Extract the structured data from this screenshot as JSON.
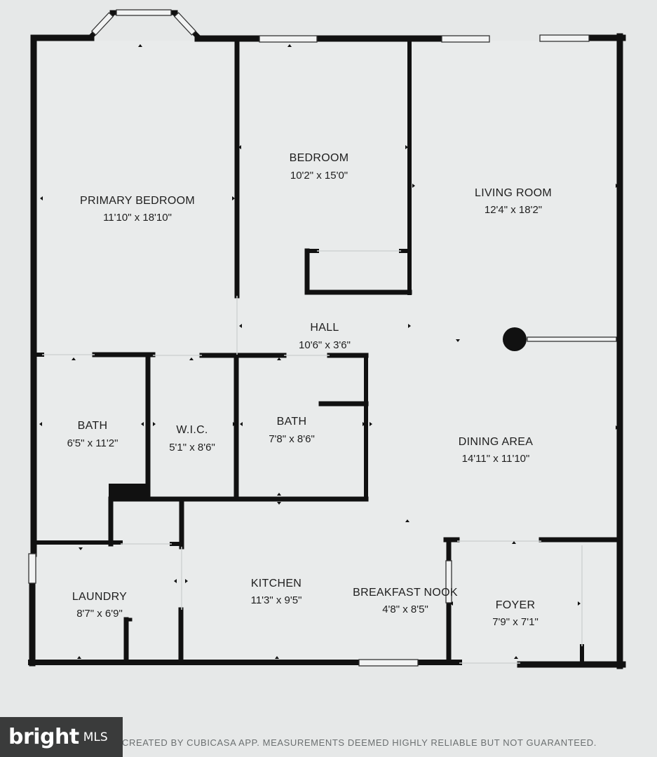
{
  "rooms": {
    "primary_bedroom": {
      "name": "PRIMARY BEDROOM",
      "dims": "11'10\" x 18'10\""
    },
    "bedroom": {
      "name": "BEDROOM",
      "dims": "10'2\" x 15'0\""
    },
    "living_room": {
      "name": "LIVING ROOM",
      "dims": "12'4\" x 18'2\""
    },
    "hall": {
      "name": "HALL",
      "dims": "10'6\" x 3'6\""
    },
    "bath_primary": {
      "name": "BATH",
      "dims": "6'5\" x 11'2\""
    },
    "wic": {
      "name": "W.I.C.",
      "dims": "5'1\" x 8'6\""
    },
    "bath_hall": {
      "name": "BATH",
      "dims": "7'8\" x 8'6\""
    },
    "dining_area": {
      "name": "DINING AREA",
      "dims": "14'11\" x 11'10\""
    },
    "laundry": {
      "name": "LAUNDRY",
      "dims": "8'7\" x 6'9\""
    },
    "kitchen": {
      "name": "KITCHEN",
      "dims": "11'3\" x 9'5\""
    },
    "breakfast_nook": {
      "name": "BREAKFAST NOOK",
      "dims": "4'8\" x 8'5\""
    },
    "foyer": {
      "name": "FOYER",
      "dims": "7'9\" x 7'1\""
    }
  },
  "footer": {
    "disclaimer": "CREATED BY CUBICASA APP. MEASUREMENTS DEEMED HIGHLY RELIABLE BUT NOT GUARANTEED."
  },
  "logo": {
    "word": "bright",
    "suffix": "MLS"
  },
  "colors": {
    "wall": "#111111",
    "background": "#e6e8e8",
    "text": "#1e1e1e"
  }
}
